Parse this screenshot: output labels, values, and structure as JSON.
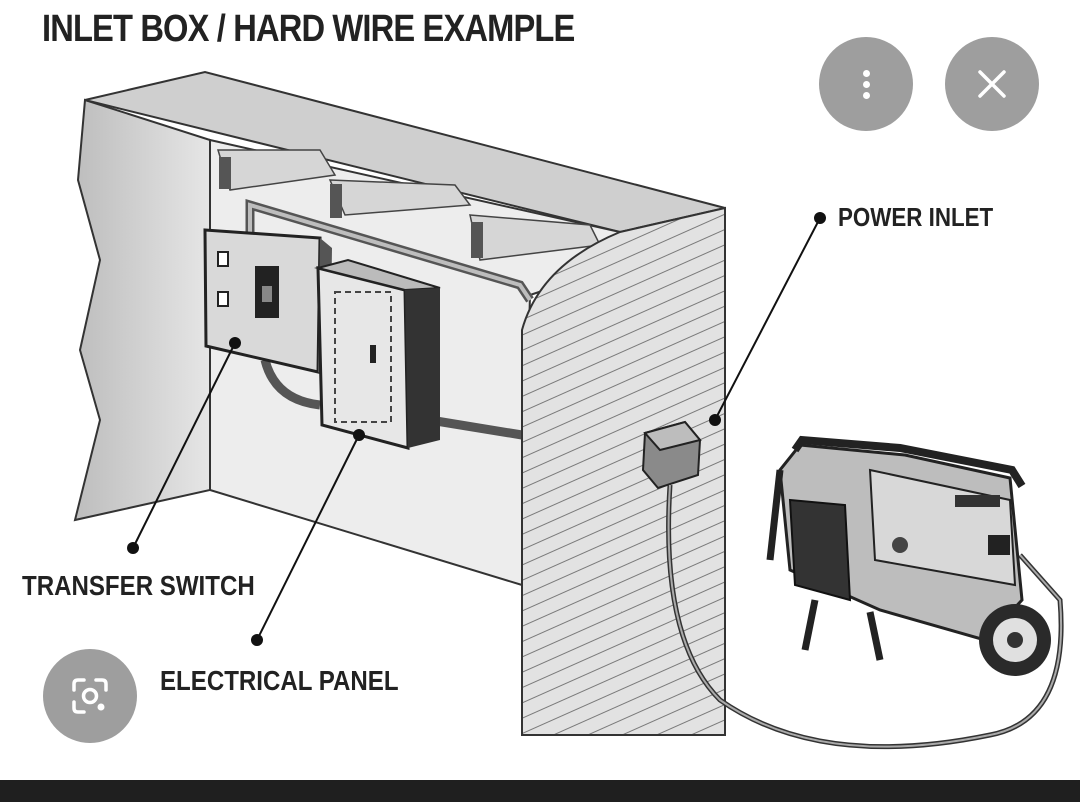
{
  "diagram": {
    "title": "INLET BOX / HARD WIRE EXAMPLE",
    "labels": {
      "power_inlet": "POWER INLET",
      "transfer_switch": "TRANSFER SWITCH",
      "electrical_panel": "ELECTRICAL PANEL"
    }
  },
  "controls": {
    "more_icon": "more-vert-icon",
    "close_icon": "close-icon",
    "lens_icon": "lens-search-icon"
  },
  "colors": {
    "button_bg": "#9e9e9e",
    "bottom_bar": "#1f1f1f"
  }
}
